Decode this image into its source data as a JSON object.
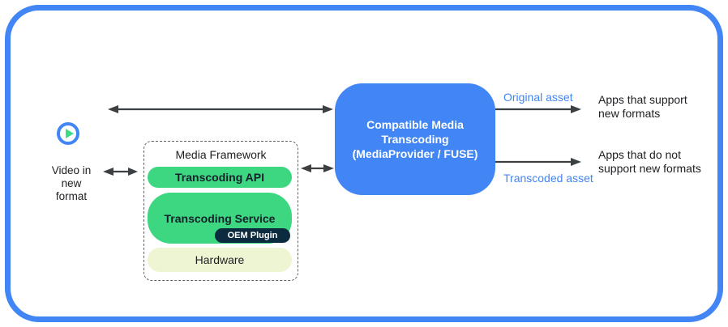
{
  "source": {
    "icon": "play-circle",
    "label_lines": [
      "Video in",
      "new",
      "format"
    ]
  },
  "media_framework": {
    "title": "Media Framework",
    "api_label": "Transcoding API",
    "service_label": "Transcoding Service",
    "oem_label": "OEM Plugin",
    "hardware_label": "Hardware"
  },
  "transcoder": {
    "lines": [
      "Compatible Media",
      "Transcoding",
      "(MediaProvider / FUSE)"
    ]
  },
  "outputs": {
    "original": {
      "arrow_label": "Original asset",
      "target_lines": [
        "Apps that support",
        "new formats"
      ]
    },
    "transcoded": {
      "arrow_label": "Transcoded asset",
      "target_lines": [
        "Apps that do not",
        "support new formats"
      ]
    }
  },
  "colors": {
    "accent_blue": "#4285f4",
    "android_green": "#3dd681",
    "hardware_bg": "#edf5d3",
    "oem_navy": "#0d2b3e",
    "arrow_gray": "#3c4043",
    "asset_label_blue": "#4285f4"
  }
}
